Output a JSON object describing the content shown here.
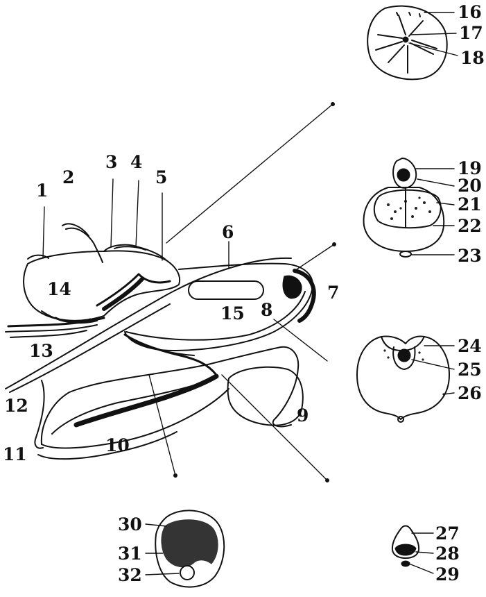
{
  "labels": [
    {
      "id": "1",
      "text": "1"
    },
    {
      "id": "2",
      "text": "2"
    },
    {
      "id": "3",
      "text": "3"
    },
    {
      "id": "4",
      "text": "4"
    },
    {
      "id": "5",
      "text": "5"
    },
    {
      "id": "6",
      "text": "6"
    },
    {
      "id": "7",
      "text": "7"
    },
    {
      "id": "8",
      "text": "8"
    },
    {
      "id": "9",
      "text": "9"
    },
    {
      "id": "10",
      "text": "10"
    },
    {
      "id": "11",
      "text": "11"
    },
    {
      "id": "12",
      "text": "12"
    },
    {
      "id": "13",
      "text": "13"
    },
    {
      "id": "14",
      "text": "14"
    },
    {
      "id": "15",
      "text": "15"
    },
    {
      "id": "16",
      "text": "16"
    },
    {
      "id": "17",
      "text": "17"
    },
    {
      "id": "18",
      "text": "18"
    },
    {
      "id": "19",
      "text": "19"
    },
    {
      "id": "20",
      "text": "20"
    },
    {
      "id": "21",
      "text": "21"
    },
    {
      "id": "22",
      "text": "22"
    },
    {
      "id": "23",
      "text": "23"
    },
    {
      "id": "24",
      "text": "24"
    },
    {
      "id": "25",
      "text": "25"
    },
    {
      "id": "26",
      "text": "26"
    },
    {
      "id": "27",
      "text": "27"
    },
    {
      "id": "28",
      "text": "28"
    },
    {
      "id": "29",
      "text": "29"
    },
    {
      "id": "30",
      "text": "30"
    },
    {
      "id": "31",
      "text": "31"
    },
    {
      "id": "32",
      "text": "32"
    }
  ],
  "colors": {
    "ink": "#111111",
    "background": "#ffffff"
  }
}
